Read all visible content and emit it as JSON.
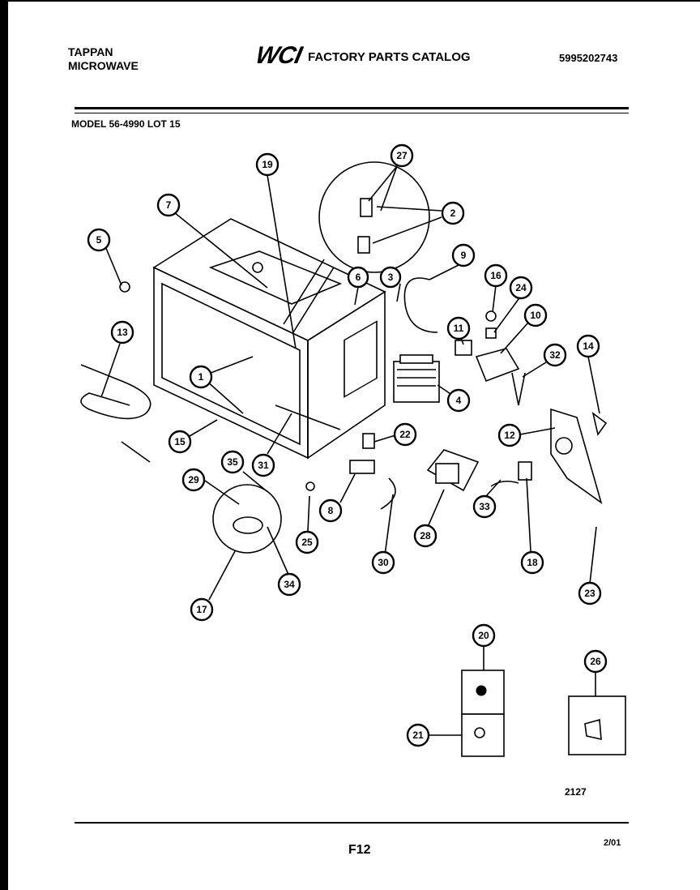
{
  "header": {
    "brand_line1": "TAPPAN",
    "brand_line2": "MICROWAVE",
    "logo": "WCI",
    "catalog_title": "FACTORY PARTS CATALOG",
    "catalog_number": "5995202743",
    "model": "MODEL 56-4990 LOT 15"
  },
  "footer": {
    "drawing_code": "2127",
    "page": "F12",
    "date": "2/01"
  },
  "callouts": [
    "1",
    "2",
    "3",
    "4",
    "5",
    "6",
    "7",
    "8",
    "9",
    "10",
    "11",
    "12",
    "13",
    "14",
    "15",
    "16",
    "17",
    "18",
    "19",
    "20",
    "21",
    "22",
    "23",
    "24",
    "25",
    "26",
    "27",
    "28",
    "29",
    "30",
    "31",
    "32",
    "33",
    "34",
    "35"
  ]
}
